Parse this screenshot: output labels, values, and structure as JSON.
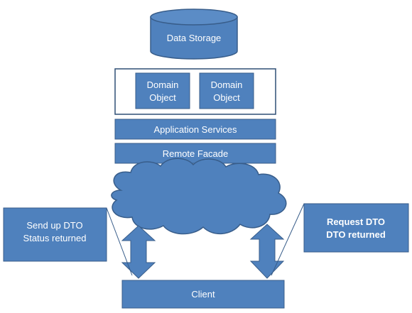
{
  "diagram": {
    "data_storage": "Data Storage",
    "domain_objects": [
      {
        "line1": "Domain",
        "line2": "Object"
      },
      {
        "line1": "Domain",
        "line2": "Object"
      }
    ],
    "application_services": "Application Services",
    "remote_facade": "Remote Facade",
    "client": "Client",
    "left_callout": {
      "line1": "Send up DTO",
      "line2": "Status returned"
    },
    "right_callout": {
      "line1": "Request DTO",
      "line2": "DTO returned"
    }
  },
  "colors": {
    "box_fill": "#4f81bd",
    "box_stroke": "#385d8a",
    "container_stroke": "#2f4f75",
    "text": "#ffffff"
  }
}
